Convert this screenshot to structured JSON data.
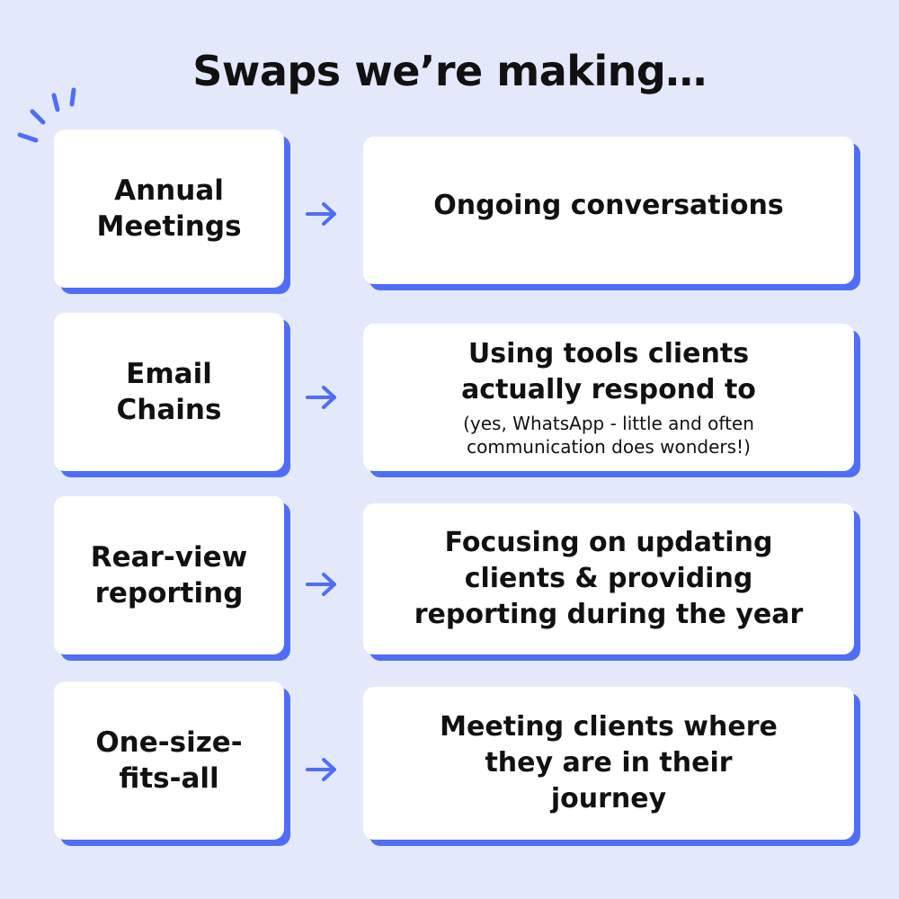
{
  "title": "Swaps we’re making…",
  "colors": {
    "background": "#e4e8fb",
    "accent": "#4f6ef7",
    "card": "#ffffff",
    "text": "#111111"
  },
  "icons": {
    "sparkle": "sparkle-lines-icon",
    "arrow": "arrow-right-icon"
  },
  "swaps": [
    {
      "from_line1": "Annual",
      "from_line2": "Meetings",
      "to": "Ongoing conversations",
      "to_note": ""
    },
    {
      "from_line1": "Email",
      "from_line2": "Chains",
      "to": "Using tools clients actually respond to",
      "to_note": "(yes, WhatsApp - little and often communication does wonders!)"
    },
    {
      "from_line1": "Rear-view",
      "from_line2": "reporting",
      "to": "Focusing on updating clients & providing reporting during the year",
      "to_note": ""
    },
    {
      "from_line1": "One-size-",
      "from_line2": "fits-all",
      "to": "Meeting clients where they are in their journey",
      "to_note": ""
    }
  ]
}
